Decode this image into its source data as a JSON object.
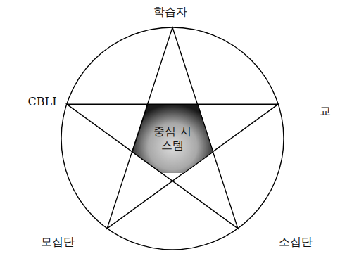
{
  "diagram": {
    "nodes": [
      {
        "text": [
          "중심 시스템"
        ]
      }
    ],
    "labels": [
      "학습자",
      "교",
      "CBLI",
      "모집단",
      "소집단"
    ]
  }
}
